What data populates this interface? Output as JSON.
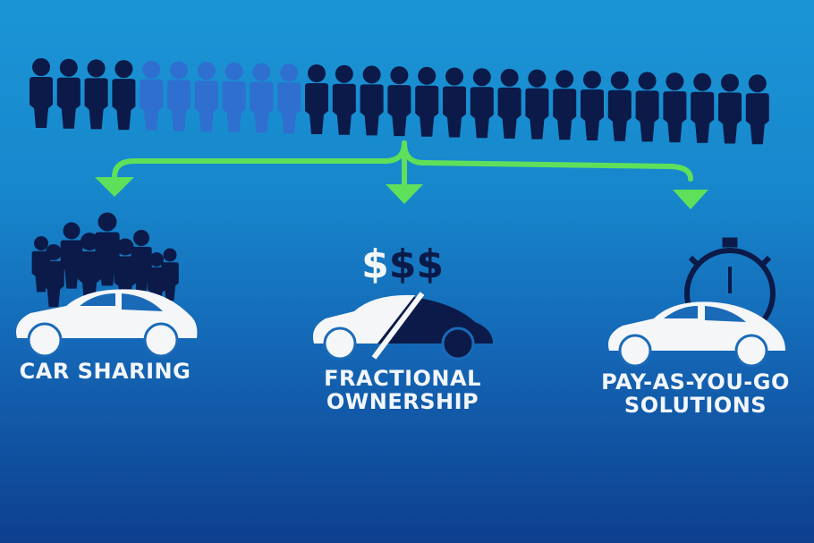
{
  "crowd": {
    "count": 27,
    "highlighted_from": 4,
    "highlighted_to": 9
  },
  "colors": {
    "person": "#0b1a48",
    "person_highlight": "#2f6fd0",
    "arrow": "#5fe05a",
    "car": "#f4f6f8",
    "car_dark": "#0b1a48"
  },
  "options": [
    {
      "label_lines": [
        "CAR SHARING"
      ],
      "icon": "car-with-people-icon"
    },
    {
      "label_lines": [
        "FRACTIONAL",
        "OWNERSHIP"
      ],
      "icon": "car-split-dollar-icon",
      "symbol": "$$$"
    },
    {
      "label_lines": [
        "PAY-AS-YOU-GO",
        "SOLUTIONS"
      ],
      "icon": "car-stopwatch-icon"
    }
  ]
}
